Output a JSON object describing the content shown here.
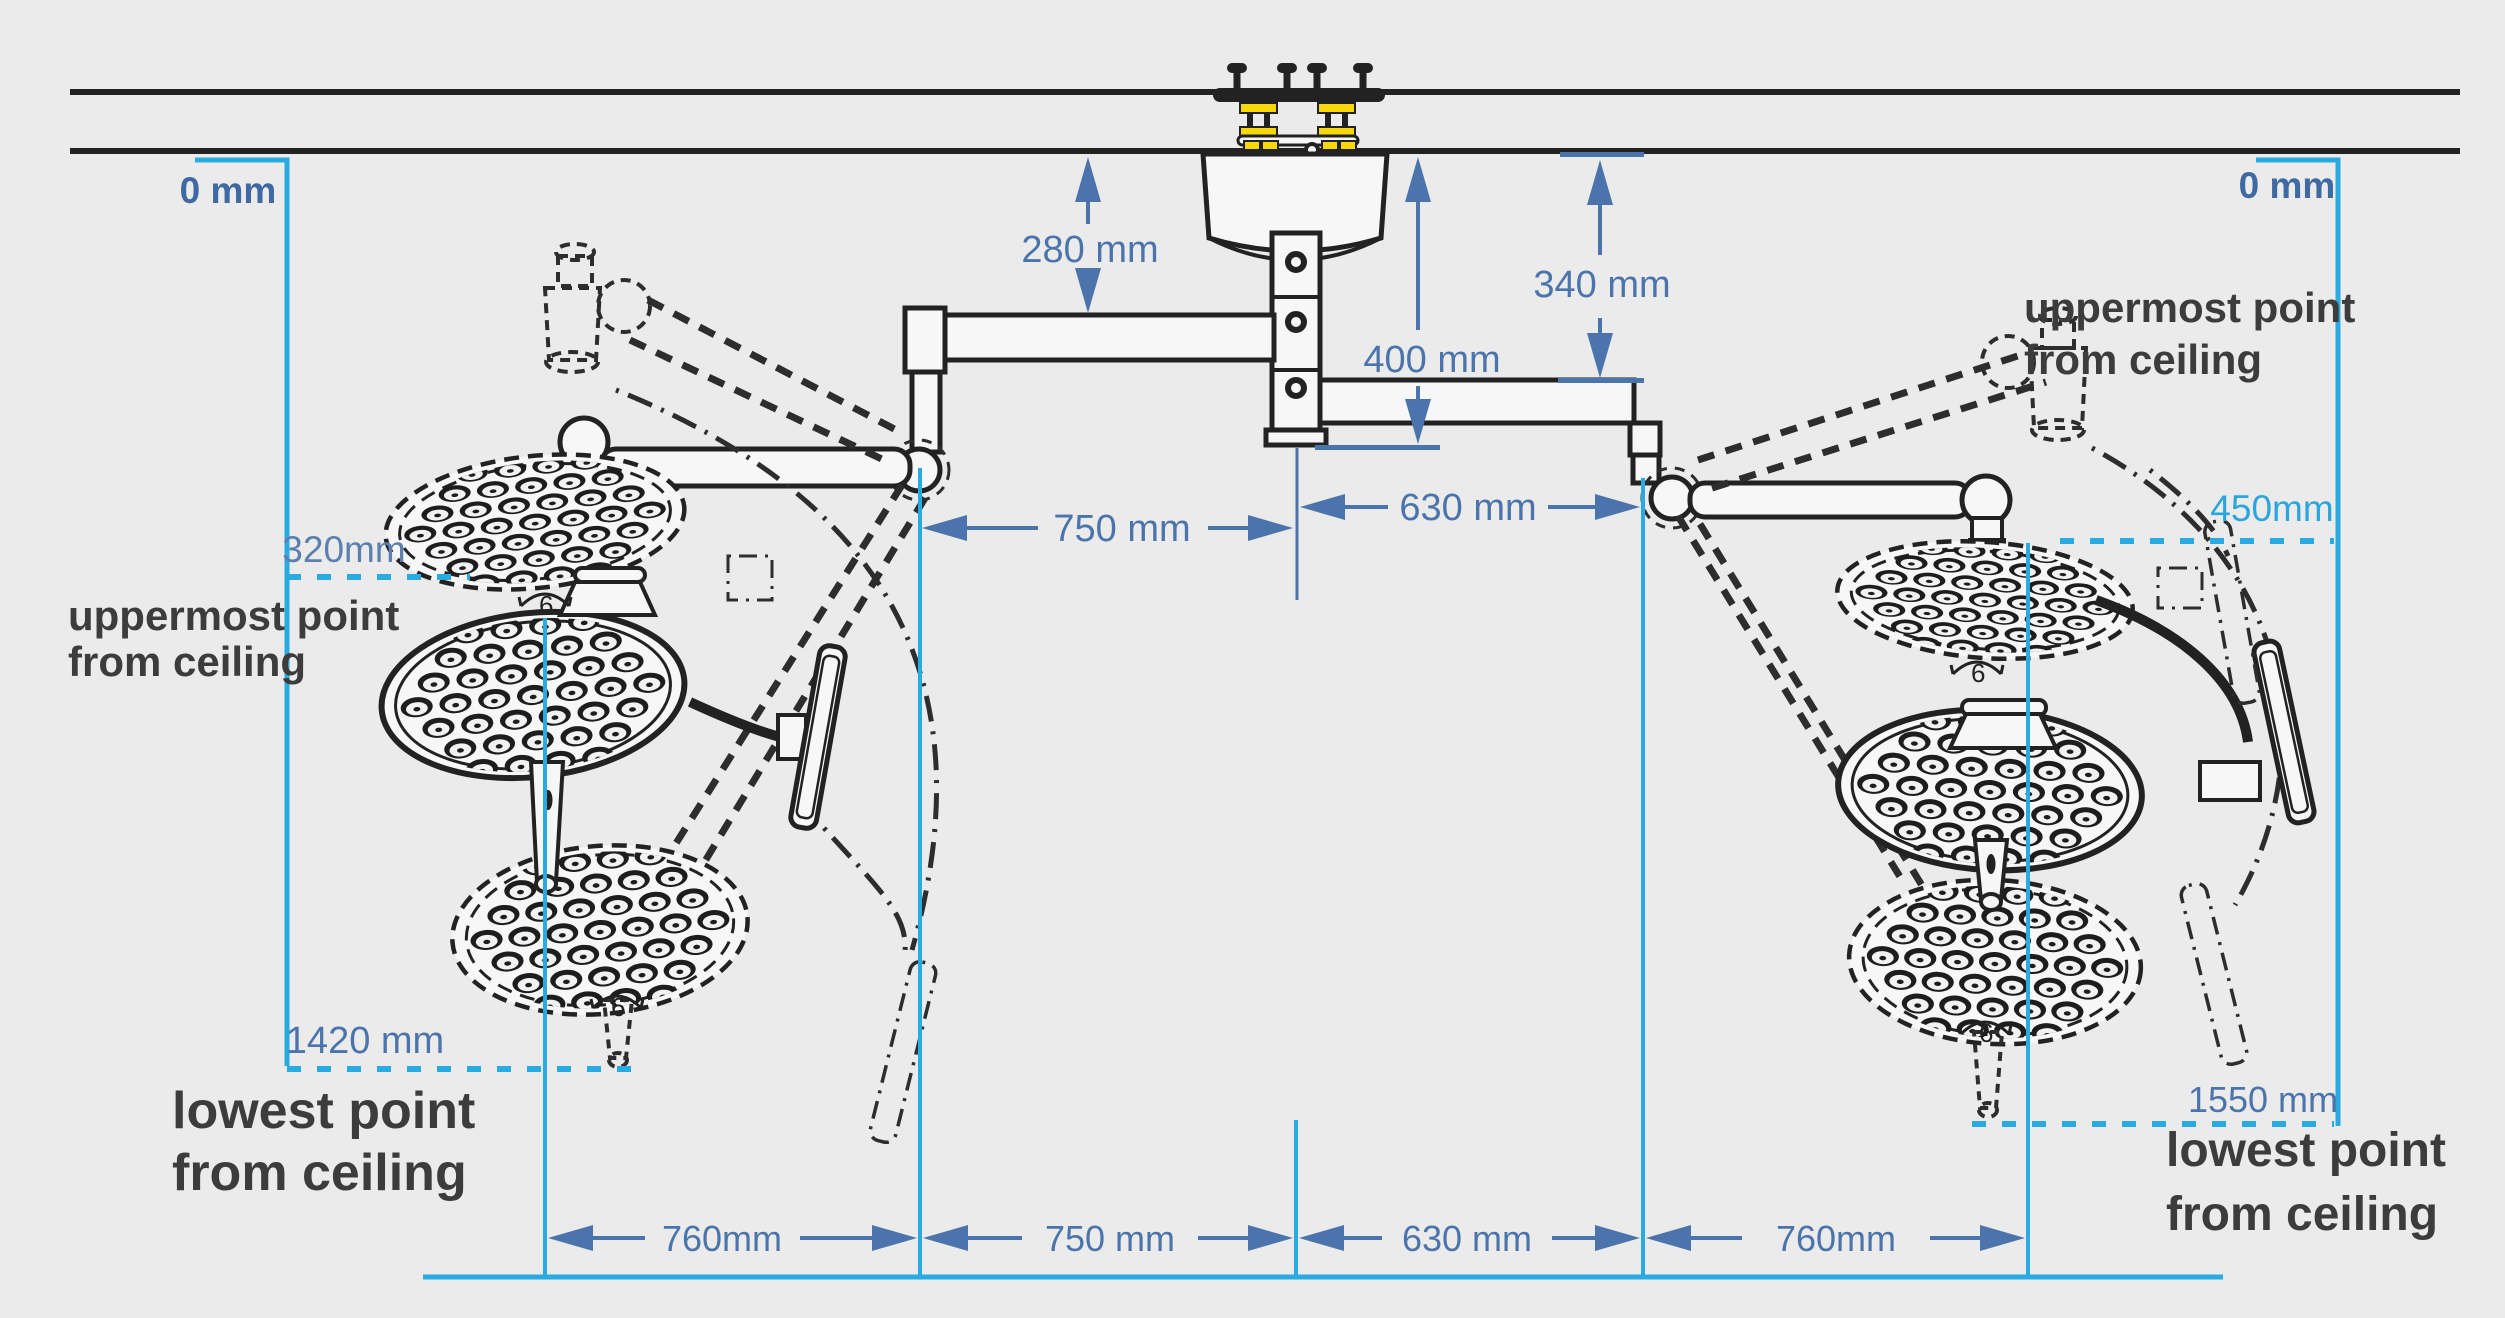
{
  "labels": {
    "zero_left": "0 mm",
    "zero_right": "0 mm",
    "drop_280": "280 mm",
    "drop_400": "400 mm",
    "drop_340": "340 mm",
    "reach_750": "750 mm",
    "reach_630": "630 mm",
    "uppermost_left_value": "320mm",
    "uppermost_right_value": "450mm",
    "lowest_left_value": "1420 mm",
    "lowest_right_value": "1550 mm",
    "uppermost_line1": "uppermost point",
    "uppermost_line2": "from ceiling",
    "lowest_line1": "lowest point",
    "lowest_line2": "from ceiling",
    "bottom_segments": [
      "760mm",
      "750 mm",
      "630 mm",
      "760mm"
    ]
  },
  "colors": {
    "background": "#ebebeb",
    "linework": "#222222",
    "dimension_blue": "#4a74ab",
    "reference_cyan": "#29abe2",
    "value_cyan": "#2ba6dd",
    "muted_label_blue": "#5b7fae",
    "zero_label_navy": "#3e69a3",
    "annotation_dark": "#3c3c3c",
    "bolt_yellow": "#f6d70c"
  }
}
